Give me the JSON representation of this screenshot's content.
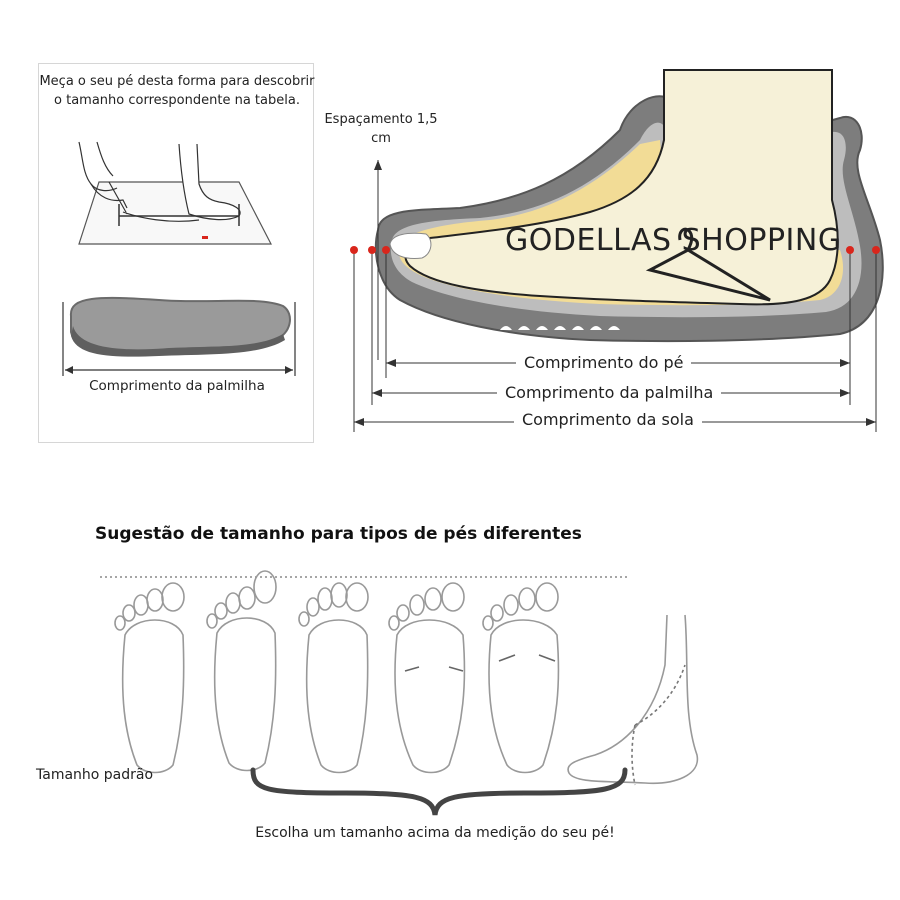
{
  "measure_panel": {
    "instruction": "Meça o seu pé desta forma para descobrir o tamanho correspondente na tabela.",
    "insole_label": "Comprimento da palmilha"
  },
  "shoe_diagram": {
    "spacing_label": "Espaçamento 1,5 cm",
    "brand": "GODELLAS SHOPPING",
    "foot_length_label": "Comprimento do pé",
    "insole_length_label": "Comprimento da palmilha",
    "sole_length_label": "Comprimento da sola"
  },
  "foot_types": {
    "title": "Sugestão de tamanho para tipos de pés diferentes",
    "standard_label": "Tamanho padrão",
    "advice": "Escolha um tamanho acima da medição do seu pé!"
  },
  "colors": {
    "marker_red": "#d9261c",
    "sole_gray": "#777777",
    "insole_yellow": "#f2dc96",
    "foot_cream": "#f6f1d8"
  }
}
